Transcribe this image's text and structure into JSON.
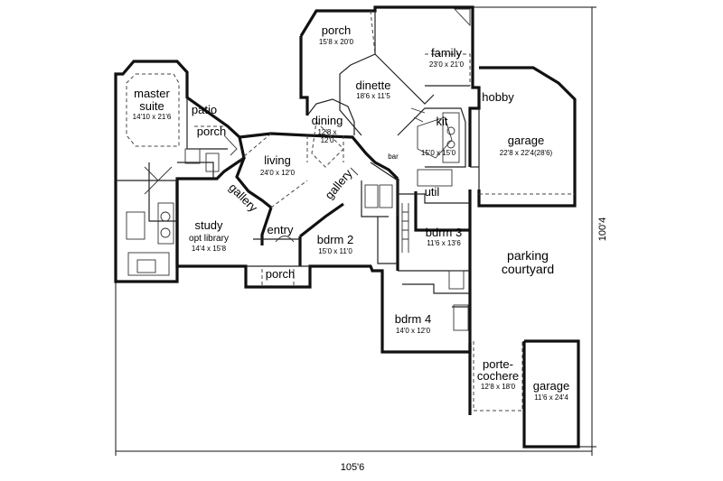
{
  "rooms": {
    "porch_top": {
      "name": "porch",
      "dims": "15'8 x 20'0"
    },
    "family": {
      "name": "family",
      "dims": "23'0 x 21'0"
    },
    "dinette": {
      "name": "dinette",
      "dims": "18'6 x 11'5"
    },
    "hobby": {
      "name": "hobby"
    },
    "master": {
      "name1": "master",
      "name2": "suite",
      "dims": "14'10 x 21'6"
    },
    "patio": {
      "name": "patio"
    },
    "porch_left": {
      "name": "porch"
    },
    "dining": {
      "name": "dining",
      "dims1": "12'8 x",
      "dims2": "12'0"
    },
    "kit": {
      "name": "kit",
      "dims": "15'0 x 15'0"
    },
    "bar": {
      "name": "bar"
    },
    "garage_main": {
      "name": "garage",
      "dims": "22'8 x 22'4(28'6)"
    },
    "living": {
      "name": "living",
      "dims": "24'0 x 12'0"
    },
    "gallery_left": {
      "name": "gallery"
    },
    "gallery_right": {
      "name": "gallery"
    },
    "util": {
      "name": "util"
    },
    "study": {
      "name1": "study",
      "name2": "opt library",
      "dims": "14'4 x 15'8"
    },
    "entry": {
      "name": "entry"
    },
    "bdrm2": {
      "name": "bdrm 2",
      "dims": "15'0 x 11'0"
    },
    "bdrm3": {
      "name": "bdrm 3",
      "dims": "11'6 x 13'6"
    },
    "parking": {
      "name1": "parking",
      "name2": "courtyard"
    },
    "porch_front": {
      "name": "porch"
    },
    "bdrm4": {
      "name": "bdrm 4",
      "dims": "14'0 x 12'0"
    },
    "porte": {
      "name1": "porte-",
      "name2": "cochere",
      "dims": "12'8 x 18'0"
    },
    "garage_small": {
      "name": "garage",
      "dims": "11'6 x 24'4"
    }
  },
  "dimensions": {
    "width": "105'6",
    "depth": "100'4"
  }
}
